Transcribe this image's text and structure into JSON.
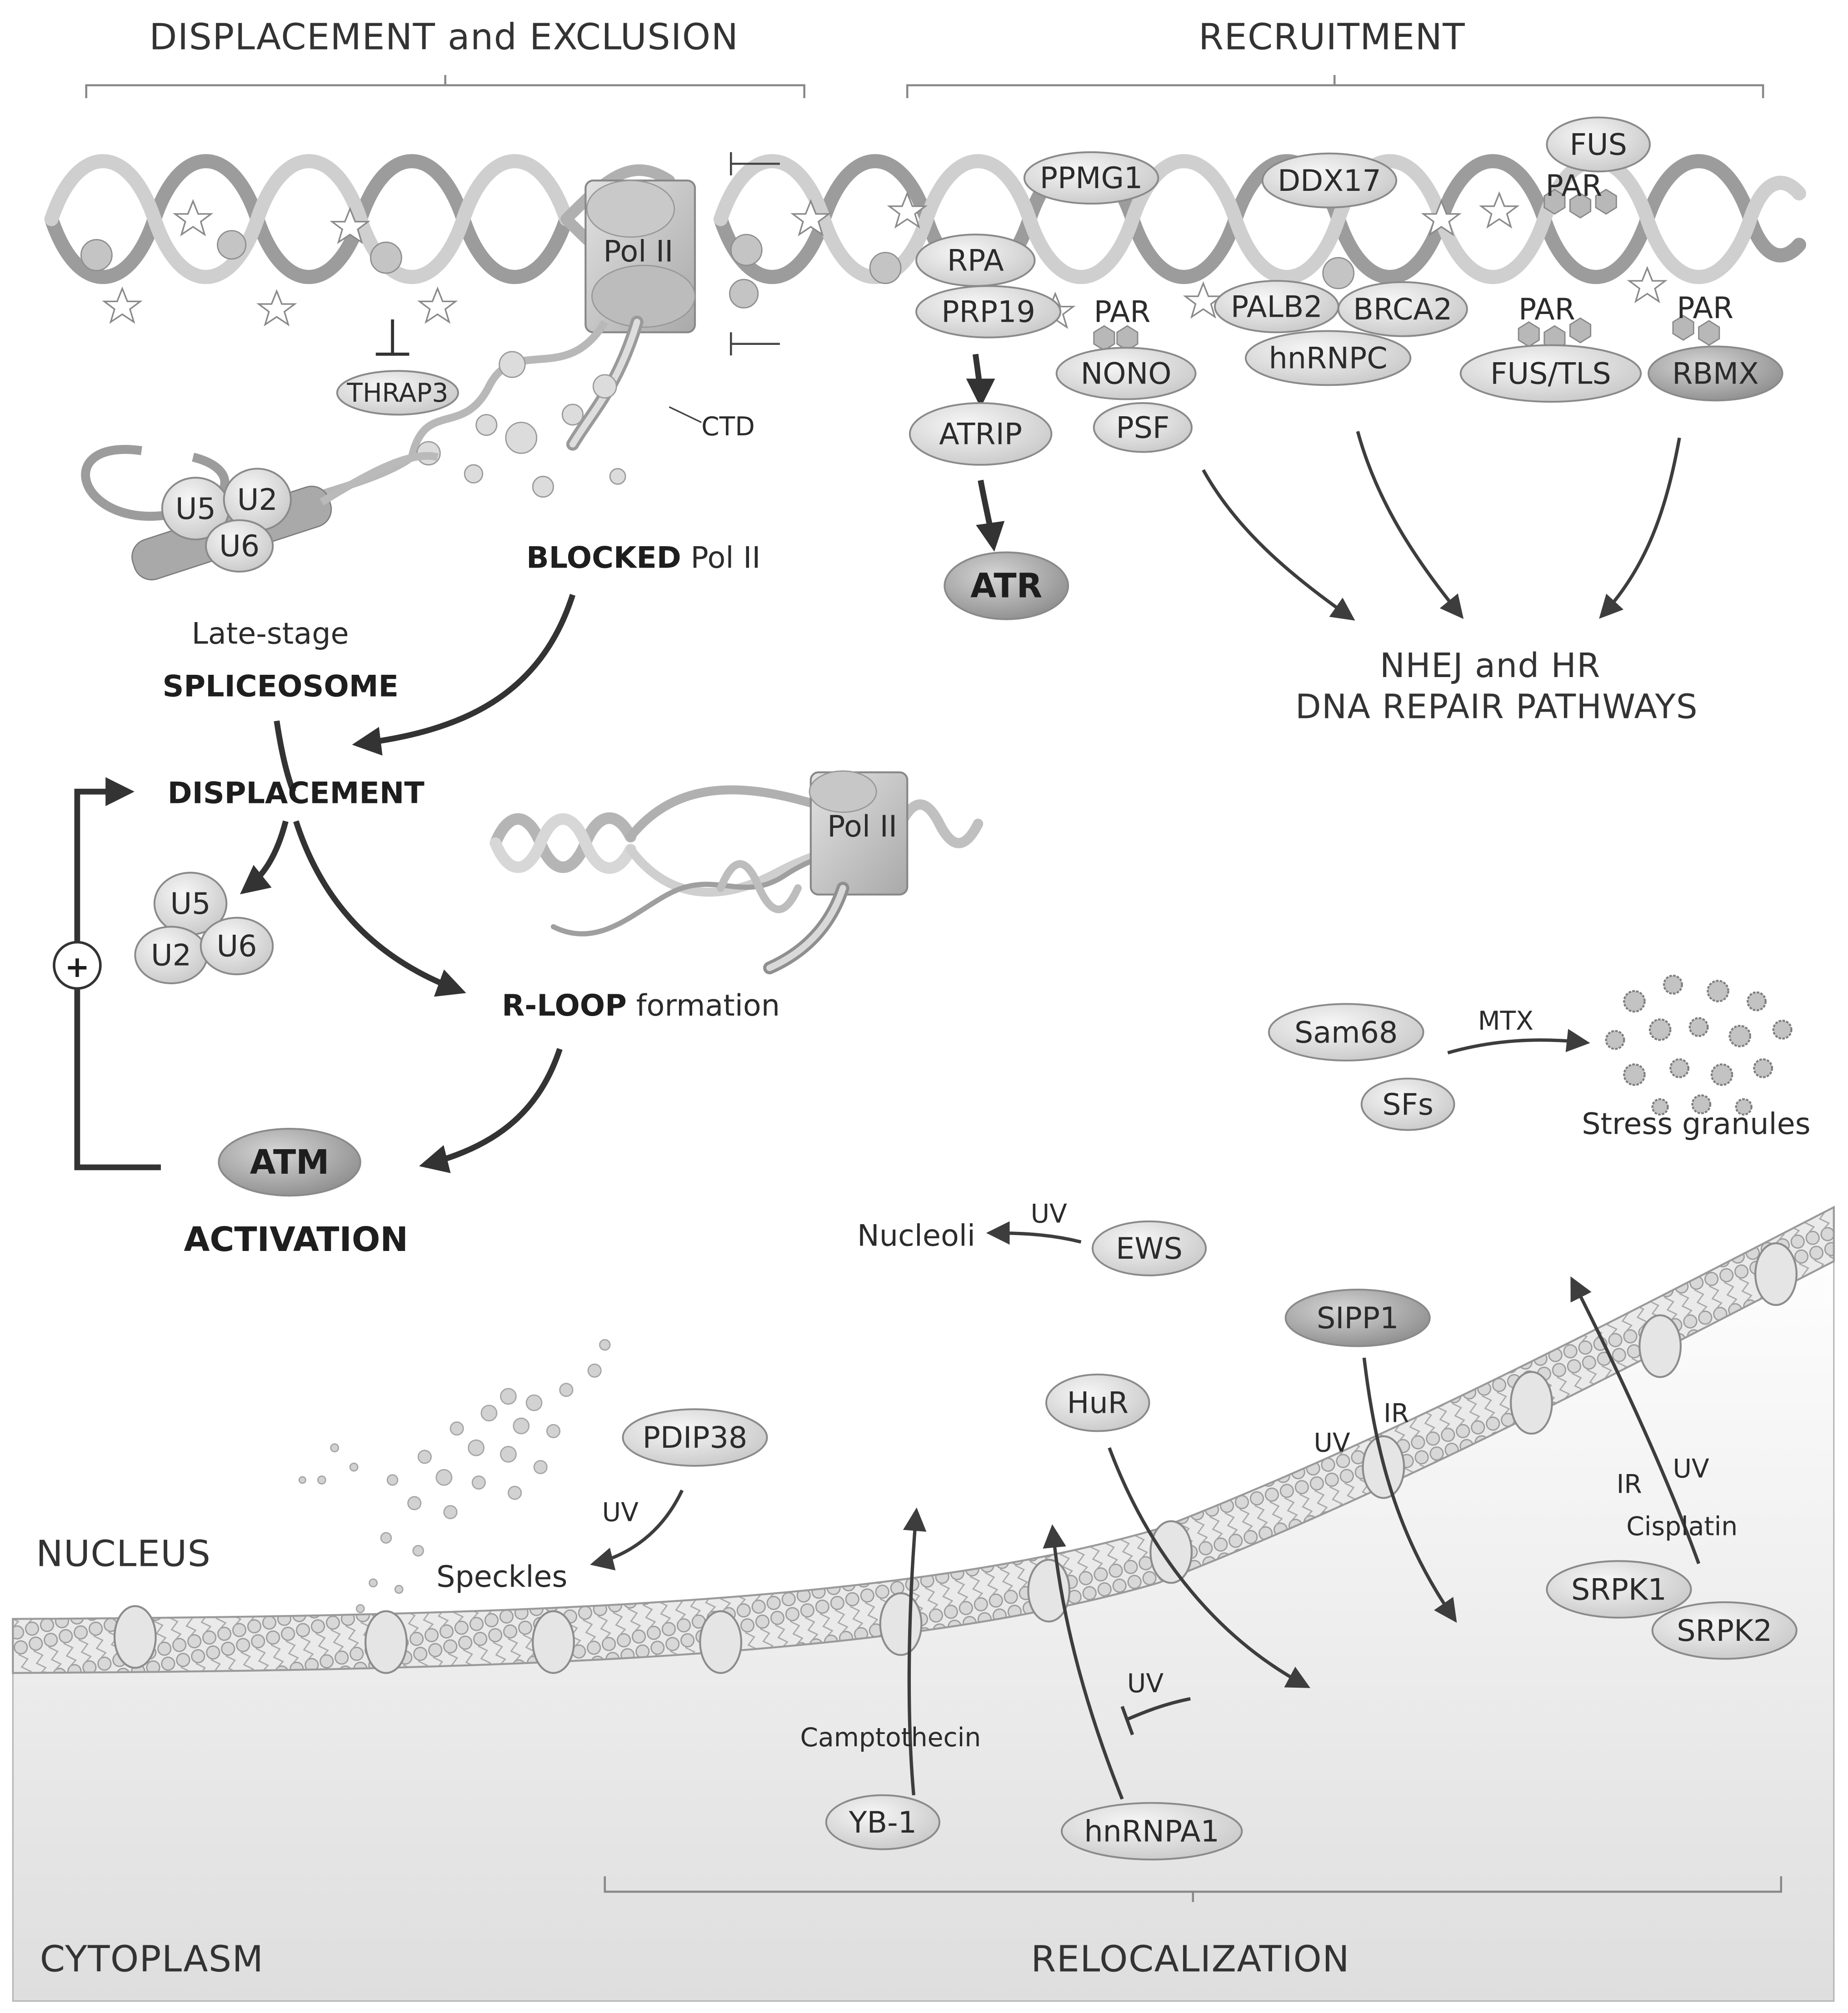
{
  "headers": {
    "displacement_exclusion": "DISPLACEMENT and EXCLUSION",
    "recruitment": "RECRUITMENT",
    "relocalization": "RELOCALIZATION"
  },
  "compartments": {
    "nucleus": "NUCLEUS",
    "cytoplasm": "CYTOPLASM"
  },
  "polymerase": {
    "top": "Pol II",
    "rloop": "Pol II",
    "ctd": "CTD"
  },
  "displacement": {
    "thrap3": "THRAP3",
    "u5": "U5",
    "u2": "U2",
    "u6": "U6",
    "late_stage": "Late-stage",
    "spliceosome": "SPLICEOSOME",
    "blocked": "BLOCKED",
    "blocked_rest": "Pol II",
    "displacement": "DISPLACEMENT",
    "u5b": "U5",
    "u2b": "U2",
    "u6b": "U6",
    "plus": "+",
    "rloop": "R-LOOP",
    "rloop_rest": "formation",
    "atm": "ATM",
    "activation": "ACTIVATION"
  },
  "recruitment": {
    "rpa": "RPA",
    "prp19": "PRP19",
    "atrip": "ATRIP",
    "atr": "ATR",
    "ppmg1": "PPMG1",
    "par1": "PAR",
    "nono": "NONO",
    "psf": "PSF",
    "ddx17": "DDX17",
    "palb2": "PALB2",
    "brca2": "BRCA2",
    "hnrnpc": "hnRNPC",
    "fus": "FUS",
    "par_fus": "PAR",
    "par2": "PAR",
    "fustls": "FUS/TLS",
    "par3": "PAR",
    "rbmx": "RBMX",
    "repair1": "NHEJ and HR",
    "repair2": "DNA REPAIR PATHWAYS"
  },
  "stress": {
    "sam68": "Sam68",
    "sfs": "SFs",
    "mtx": "MTX",
    "granules": "Stress granules"
  },
  "relocalization": {
    "nucleoli": "Nucleoli",
    "uv_ews": "UV",
    "ews": "EWS",
    "sipp1": "SIPP1",
    "uv_sipp1": "UV",
    "ir_sipp1": "IR",
    "hur": "HuR",
    "pdip38": "PDIP38",
    "uv_pdip": "UV",
    "speckles": "Speckles",
    "ir_srpk": "IR",
    "uv_srpk": "UV",
    "cisplatin": "Cisplatin",
    "srpk1": "SRPK1",
    "srpk2": "SRPK2",
    "camptothecin": "Camptothecin",
    "yb1": "YB-1",
    "uv_hnrnpa1": "UV",
    "hnrnpa1": "hnRNPA1"
  }
}
